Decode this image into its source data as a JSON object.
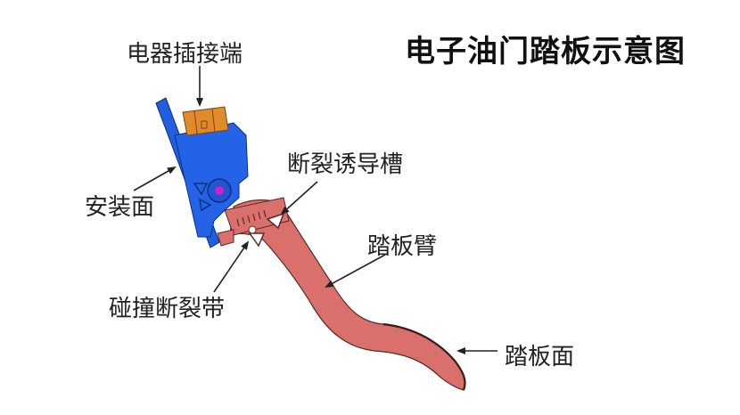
{
  "diagram": {
    "title": "电子油门踏板示意图",
    "subject": "electronic throttle pedal",
    "colors": {
      "background": "#ffffff",
      "mounting_bracket": "#1f5fe0",
      "connector": "#e08a2c",
      "pivot_dot": "#d21fc4",
      "pedal_arm": "#d9706c",
      "arrow": "#222222",
      "text": "#222222"
    },
    "components": [
      {
        "id": "connector",
        "label": "电器插接端",
        "meaning": "electrical connector"
      },
      {
        "id": "mount",
        "label": "安装面",
        "meaning": "mounting surface"
      },
      {
        "id": "groove",
        "label": "断裂诱导槽",
        "meaning": "fracture-inducing groove"
      },
      {
        "id": "arm",
        "label": "踏板臂",
        "meaning": "pedal arm"
      },
      {
        "id": "crash",
        "label": "碰撞断裂带",
        "meaning": "collision fracture zone"
      },
      {
        "id": "face",
        "label": "踏板面",
        "meaning": "pedal face"
      }
    ]
  }
}
